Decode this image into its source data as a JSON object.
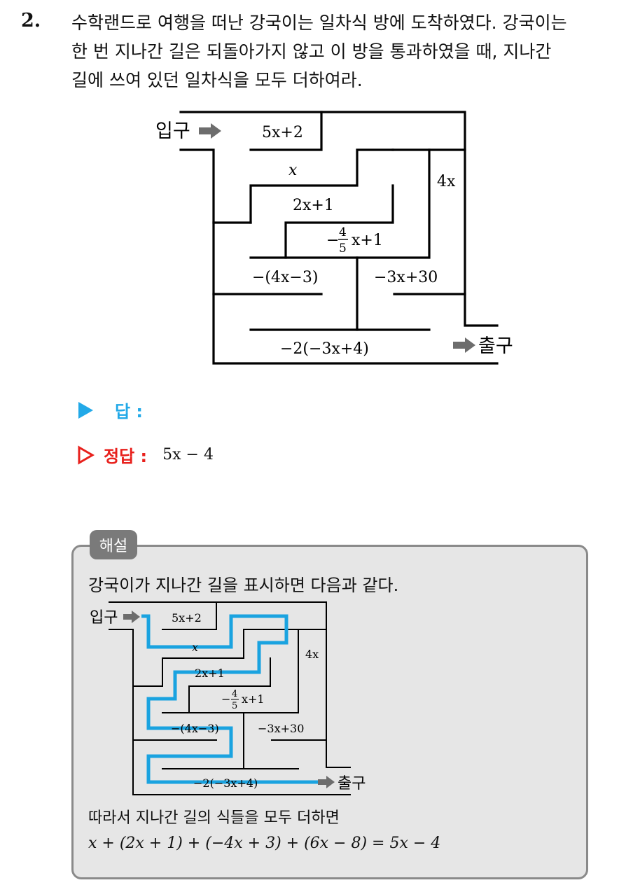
{
  "problem": {
    "number": "2.",
    "lines": [
      "수학랜드로 여행을 떠난 강국이는 일차식 방에 도착하였다. 강국이는",
      "한 번 지나간 길은 되돌아가지 않고 이 방을 통과하였을 때, 지나간",
      "길에 쓰여 있던 일차식을 모두 더하여라."
    ]
  },
  "maze": {
    "entrance": "입구",
    "exit": "출구",
    "labels": {
      "a": "5x+2",
      "b": "x",
      "c": "4x",
      "d": "2x+1",
      "e_num": "4",
      "e_den": "5",
      "e_pre": "−",
      "e_post": "x+1",
      "f": "−(4x−3)",
      "g": "−3x+30",
      "h": "−2(−3x+4)"
    }
  },
  "answer": {
    "label": "답 :",
    "correct_label": "정답 :",
    "correct_value": "5x − 4"
  },
  "solution": {
    "tab": "해설",
    "intro": "강국이가 지나간 길을 표시하면 다음과 같다.",
    "conclusion": "따라서 지나간 길의 식들을 모두 더하면",
    "equation": "x + (2x + 1) + (−4x + 3) + (6x − 8) = 5x − 4",
    "path_color": "#1aa3e0",
    "maze_labels": {
      "a": "5x+2",
      "b": "x",
      "c": "4x",
      "d": "2x+1",
      "e_num": "4",
      "e_den": "5",
      "e_pre": "−",
      "e_post": "x+1",
      "f": "−(4x−3)",
      "g": "−3x+30",
      "h": "−2(−3x+4)"
    }
  },
  "colors": {
    "triangle_blue": "#22a9e8",
    "triangle_red": "#e8201c",
    "arrow_gray": "#6d6d6d",
    "box_fill": "#e6e6e6",
    "box_border": "#8a8a8a"
  }
}
